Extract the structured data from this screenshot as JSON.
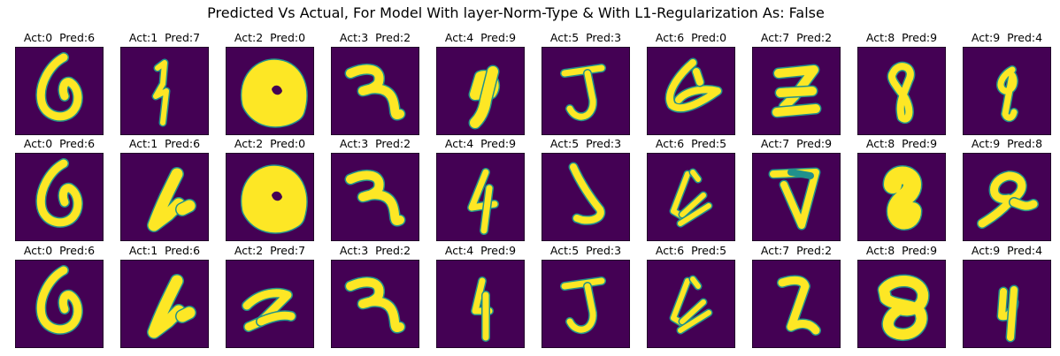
{
  "figure": {
    "title": "Predicted Vs Actual, For Model With layer-Norm-Type & With L1-Regularization As: False"
  },
  "colors": {
    "background": "#440154",
    "stroke": "#fde725",
    "stroke_edge": "#21918c",
    "frame": "#000000"
  },
  "chart_data": {
    "type": "image-grid",
    "rows": 3,
    "cols": 10,
    "panels": [
      {
        "actual": 0,
        "pred": 6,
        "title": "Act:0  Pred:6",
        "glyph": "loop-6"
      },
      {
        "actual": 1,
        "pred": 7,
        "title": "Act:1  Pred:7",
        "glyph": "one-seven"
      },
      {
        "actual": 2,
        "pred": 0,
        "title": "Act:2  Pred:0",
        "glyph": "blob"
      },
      {
        "actual": 3,
        "pred": 2,
        "title": "Act:3  Pred:2",
        "glyph": "three-hindi"
      },
      {
        "actual": 4,
        "pred": 9,
        "title": "Act:4  Pred:9",
        "glyph": "four-nine"
      },
      {
        "actual": 5,
        "pred": 3,
        "title": "Act:5  Pred:3",
        "glyph": "five-hook"
      },
      {
        "actual": 6,
        "pred": 0,
        "title": "Act:6  Pred:0",
        "glyph": "six-loop"
      },
      {
        "actual": 7,
        "pred": 2,
        "title": "Act:7  Pred:2",
        "glyph": "seven-z"
      },
      {
        "actual": 8,
        "pred": 9,
        "title": "Act:8  Pred:9",
        "glyph": "eight-thin"
      },
      {
        "actual": 9,
        "pred": 4,
        "title": "Act:9  Pred:4",
        "glyph": "nine-small"
      },
      {
        "actual": 0,
        "pred": 6,
        "title": "Act:0  Pred:6",
        "glyph": "loop-6"
      },
      {
        "actual": 1,
        "pred": 6,
        "title": "Act:1  Pred:6",
        "glyph": "one-slant"
      },
      {
        "actual": 2,
        "pred": 0,
        "title": "Act:2  Pred:0",
        "glyph": "blob"
      },
      {
        "actual": 3,
        "pred": 2,
        "title": "Act:3  Pred:2",
        "glyph": "three-hindi"
      },
      {
        "actual": 4,
        "pred": 9,
        "title": "Act:4  Pred:9",
        "glyph": "four-thin"
      },
      {
        "actual": 5,
        "pred": 3,
        "title": "Act:5  Pred:3",
        "glyph": "five-curve"
      },
      {
        "actual": 6,
        "pred": 5,
        "title": "Act:6  Pred:5",
        "glyph": "six-lines"
      },
      {
        "actual": 7,
        "pred": 9,
        "title": "Act:7  Pred:9",
        "glyph": "seven-v"
      },
      {
        "actual": 8,
        "pred": 9,
        "title": "Act:8  Pred:9",
        "glyph": "eight-bold"
      },
      {
        "actual": 9,
        "pred": 8,
        "title": "Act:9  Pred:8",
        "glyph": "nine-swirl"
      },
      {
        "actual": 0,
        "pred": 6,
        "title": "Act:0  Pred:6",
        "glyph": "loop-6"
      },
      {
        "actual": 1,
        "pred": 6,
        "title": "Act:1  Pred:6",
        "glyph": "one-slant"
      },
      {
        "actual": 2,
        "pred": 7,
        "title": "Act:2  Pred:7",
        "glyph": "two-z"
      },
      {
        "actual": 3,
        "pred": 2,
        "title": "Act:3  Pred:2",
        "glyph": "three-hindi"
      },
      {
        "actual": 4,
        "pred": 9,
        "title": "Act:4  Pred:9",
        "glyph": "four-plain"
      },
      {
        "actual": 5,
        "pred": 3,
        "title": "Act:5  Pred:3",
        "glyph": "five-hook"
      },
      {
        "actual": 6,
        "pred": 5,
        "title": "Act:6  Pred:5",
        "glyph": "six-lines"
      },
      {
        "actual": 7,
        "pred": 2,
        "title": "Act:7  Pred:2",
        "glyph": "seven-hook"
      },
      {
        "actual": 8,
        "pred": 9,
        "title": "Act:8  Pred:9",
        "glyph": "eight-ring"
      },
      {
        "actual": 9,
        "pred": 4,
        "title": "Act:9  Pred:4",
        "glyph": "nine-four"
      }
    ]
  }
}
